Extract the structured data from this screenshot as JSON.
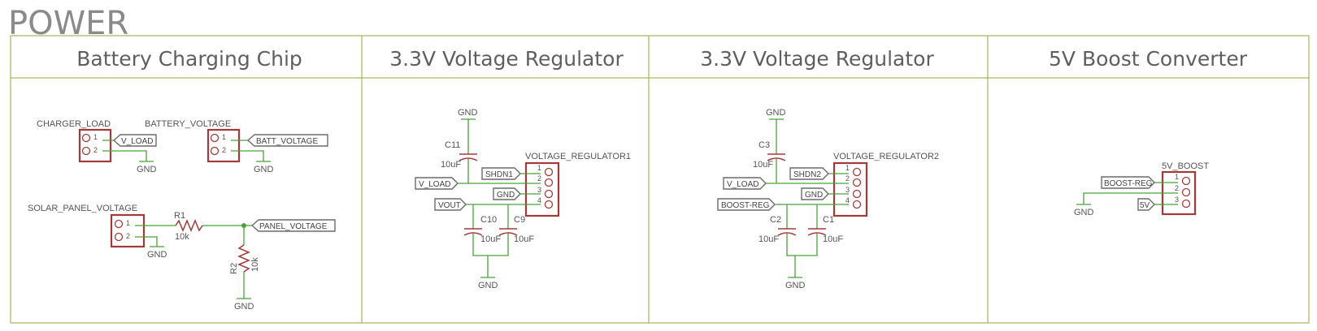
{
  "page_title": "POWER",
  "sections": [
    {
      "title": "Battery Charging Chip"
    },
    {
      "title": "3.3V Voltage Regulator"
    },
    {
      "title": "3.3V Voltage Regulator"
    },
    {
      "title": "5V Boost Converter"
    }
  ],
  "battery": {
    "charger_connector": {
      "name": "CHARGER_LOAD",
      "pins": [
        "1",
        "2"
      ],
      "net": "V_LOAD"
    },
    "battery_connector": {
      "name": "BATTERY_VOLTAGE",
      "pins": [
        "1",
        "2"
      ],
      "net": "BATT_VOLTAGE"
    },
    "solar_connector": {
      "name": "SOLAR_PANEL_VOLTAGE",
      "pins": [
        "1",
        "2"
      ],
      "net": "PANEL_VOLTAGE"
    },
    "r1": {
      "name": "R1",
      "value": "10k"
    },
    "r2": {
      "name": "R2",
      "value": "10k"
    },
    "gnd": "GND"
  },
  "reg1": {
    "name": "VOLTAGE_REGULATOR1",
    "pins": [
      "1",
      "2",
      "3",
      "4"
    ],
    "c11": {
      "name": "C11",
      "value": "10uF"
    },
    "c10": {
      "name": "C10",
      "value": "10uF"
    },
    "c9": {
      "name": "C9",
      "value": "10uF"
    },
    "flags": {
      "shdn": "SHDN1",
      "gnd": "GND",
      "vload": "V_LOAD",
      "vout": "VOUT"
    },
    "gnd": "GND"
  },
  "reg2": {
    "name": "VOLTAGE_REGULATOR2",
    "pins": [
      "1",
      "2",
      "3",
      "4"
    ],
    "c3": {
      "name": "C3",
      "value": "10uF"
    },
    "c2": {
      "name": "C2",
      "value": "10uF"
    },
    "c1": {
      "name": "C1",
      "value": "10uF"
    },
    "flags": {
      "shdn": "SHDN2",
      "gnd": "GND",
      "vload": "V_LOAD",
      "boost": "BOOST-REG"
    },
    "gnd": "GND"
  },
  "boost": {
    "name": "5V_BOOST",
    "pins": [
      "1",
      "2",
      "3"
    ],
    "flags": {
      "boost": "BOOST-REG",
      "five": "5V"
    },
    "gnd": "GND"
  }
}
